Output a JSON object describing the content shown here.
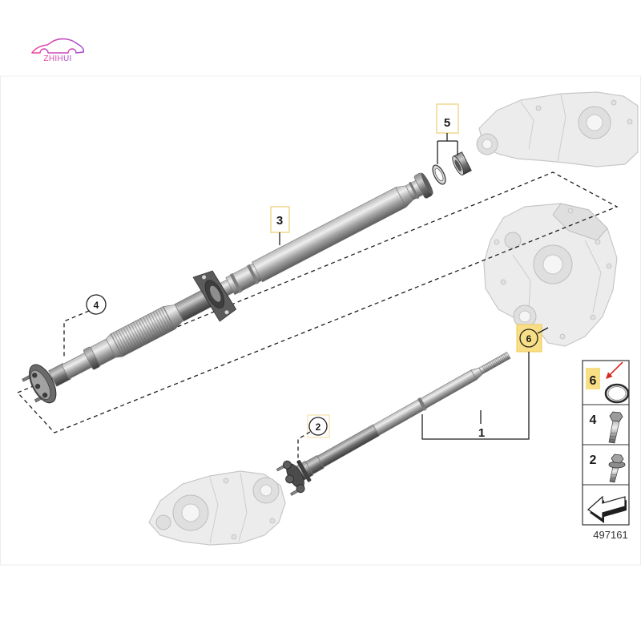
{
  "logo": {
    "brand": "ZHIHUI",
    "icon": "car-outline-icon",
    "brand_color_start": "#f0479a",
    "brand_color_end": "#a54fd1"
  },
  "callouts": {
    "part1": "1",
    "part2": "2",
    "part3": "3",
    "part4": "4",
    "part5": "5",
    "part6": "6"
  },
  "legend": {
    "rows": [
      {
        "number": "6",
        "icon": "o-ring-icon",
        "highlighted": true
      },
      {
        "number": "4",
        "icon": "hex-bolt-icon",
        "highlighted": false
      },
      {
        "number": "2",
        "icon": "flange-bolt-icon",
        "highlighted": false
      }
    ],
    "view_icon": "direction-arrow-icon"
  },
  "diagram_number": "497161",
  "colors": {
    "highlight": "#f8de85",
    "highlight_outline": "#efd98f",
    "pointer_arrow": "#d7261e",
    "ink": "#1f1f1f",
    "housing": "#ebebeb"
  }
}
